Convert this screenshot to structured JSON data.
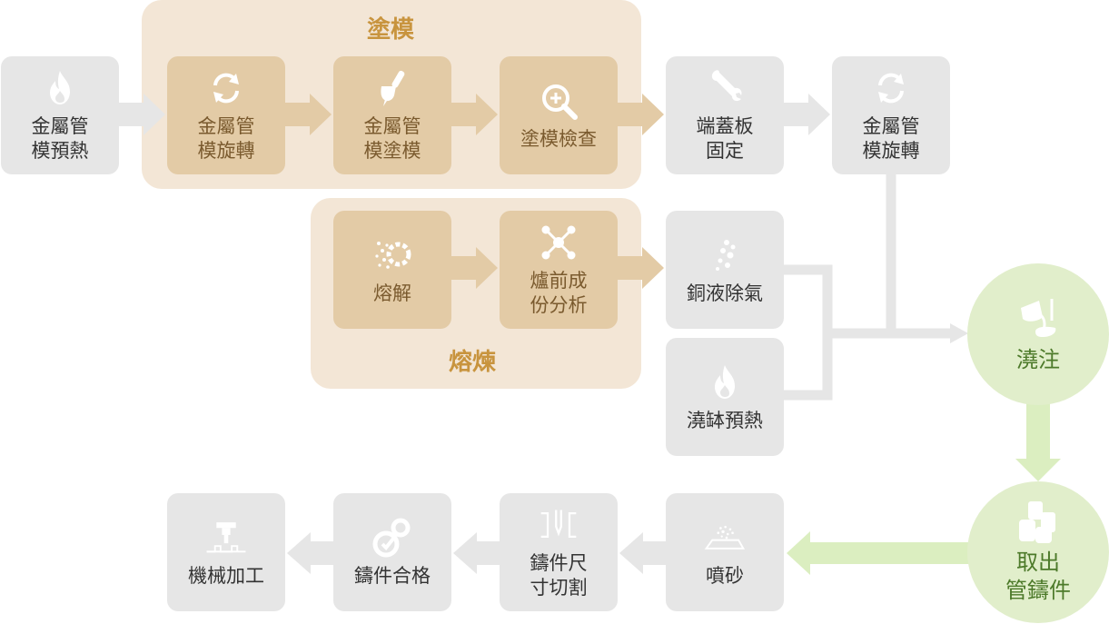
{
  "groups": {
    "coating": {
      "title": "塗模"
    },
    "smelting": {
      "title": "熔煉"
    }
  },
  "steps": {
    "preheat": {
      "lines": [
        "金屬管",
        "模預熱"
      ],
      "icon": "flame-icon"
    },
    "rotate1": {
      "lines": [
        "金屬管",
        "模旋轉"
      ],
      "icon": "rotate-icon"
    },
    "coat": {
      "lines": [
        "金屬管",
        "模塗模"
      ],
      "icon": "brush-icon"
    },
    "inspect": {
      "lines": [
        "塗模檢查"
      ],
      "icon": "magnifier-icon"
    },
    "endcap": {
      "lines": [
        "端蓋板",
        "固定"
      ],
      "icon": "wrench-icon"
    },
    "rotate2": {
      "lines": [
        "金屬管",
        "模旋轉"
      ],
      "icon": "rotate-icon"
    },
    "melt": {
      "lines": [
        "熔解"
      ],
      "icon": "melt-gear-icon"
    },
    "analysis": {
      "lines": [
        "爐前成",
        "份分析"
      ],
      "icon": "molecule-icon"
    },
    "degas": {
      "lines": [
        "銅液除氣"
      ],
      "icon": "bubbles-icon"
    },
    "ladle": {
      "lines": [
        "澆缽預熱"
      ],
      "icon": "flame-icon"
    },
    "pour": {
      "lines": [
        "澆注"
      ],
      "icon": "pour-icon"
    },
    "extract": {
      "lines": [
        "取出",
        "管鑄件"
      ],
      "icon": "castings-icon"
    },
    "blast": {
      "lines": [
        "噴砂"
      ],
      "icon": "sand-icon"
    },
    "cut": {
      "lines": [
        "鑄件尺",
        "寸切割"
      ],
      "icon": "cut-icon"
    },
    "qc": {
      "lines": [
        "鑄件合格"
      ],
      "icon": "check-icon"
    },
    "machine": {
      "lines": [
        "機械加工"
      ],
      "icon": "machine-icon"
    }
  },
  "colors": {
    "grey_box": "#e6e6e6",
    "tan_box": "#e3cba6",
    "group_bg": "#f3e6d6",
    "accent_gold": "#c8943e",
    "green_circle": "#e1eecb",
    "green_arrow": "#dbeec0",
    "green_text": "#4d7a2a",
    "grey_arrow": "#e6e6e6",
    "tan_arrow": "#e3cba6"
  }
}
